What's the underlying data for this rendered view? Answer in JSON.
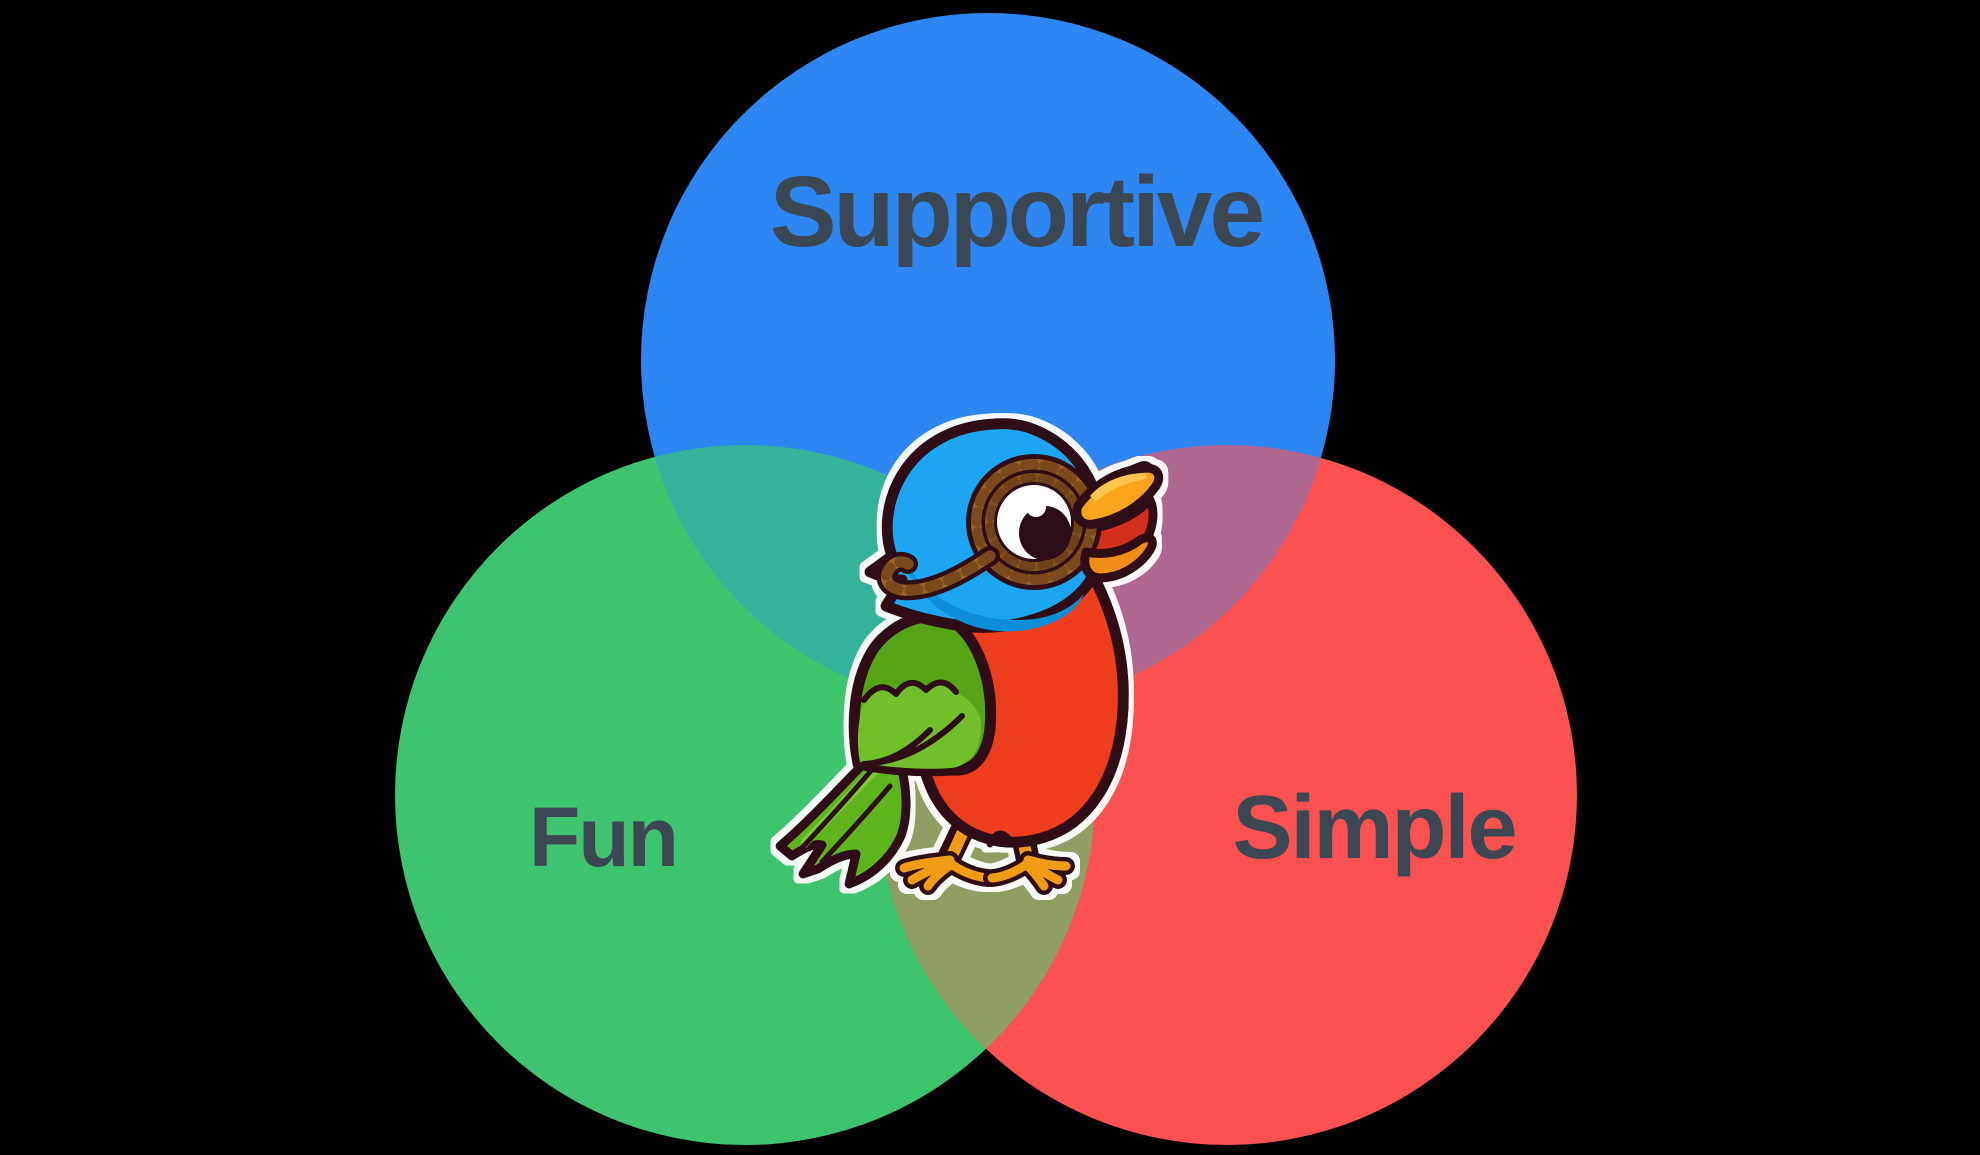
{
  "page": {
    "background_color": "#000000"
  },
  "venn": {
    "label_color": "#3B4752",
    "circles": [
      {
        "label": "Supportive",
        "color": "#2E86F3"
      },
      {
        "label": "Fun",
        "color": "#3EC46E"
      },
      {
        "label": "Simple",
        "color": "#FB5151"
      }
    ],
    "overlaps": {
      "supportive_fun": "#35B29A",
      "supportive_simple": "#B0678F",
      "fun_simple": "#8F9E63",
      "center": "#69A17A"
    }
  },
  "mascot": {
    "palette": {
      "outline": "#2F1013",
      "halo": "#FFFFFF",
      "head_blue": "#1FA6F1",
      "head_shadow_blue": "#0D8ED9",
      "goggle_brown": "#9C6528",
      "goggle_brown_dark": "#7B4A1A",
      "goggle_brown_2": "#8A561F",
      "eye_white": "#FFFFFF",
      "pupil": "#2B0E12",
      "beak_orange": "#F9A51E",
      "beak_highlight": "#FFC54D",
      "beak_lower": "#EF8E12",
      "mouth_red": "#D42F1F",
      "body_red": "#EE3C1E",
      "wing_green": "#54A513",
      "wing_green_light": "#71BF2B",
      "tail_green": "#5DB41D",
      "tail_green_light": "#7CC93A",
      "feet_orange": "#F09C18"
    }
  }
}
